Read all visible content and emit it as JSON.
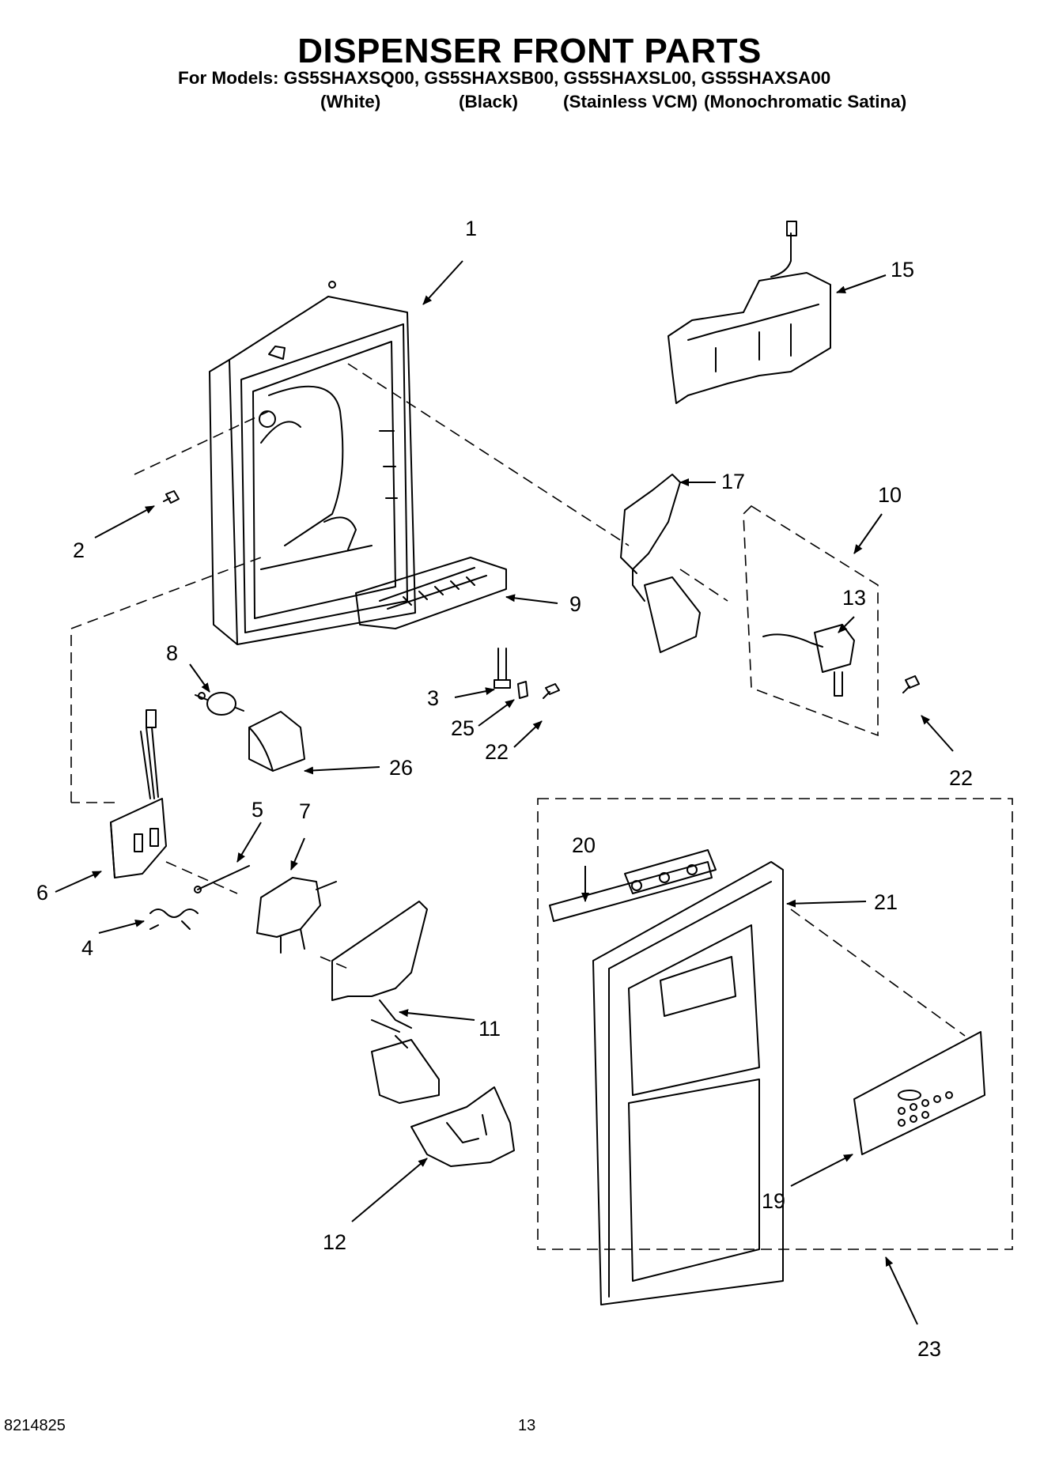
{
  "title": "DISPENSER FRONT PARTS",
  "models_line": "For Models: GS5SHAXSQ00, GS5SHAXSB00, GS5SHAXSL00, GS5SHAXSA00",
  "variants": [
    "(White)",
    "(Black)",
    "(Stainless VCM)",
    "(Monochromatic Satina)"
  ],
  "callouts": [
    "1",
    "15",
    "17",
    "10",
    "2",
    "9",
    "13",
    "8",
    "3",
    "25",
    "22",
    "22",
    "26",
    "5",
    "7",
    "6",
    "4",
    "11",
    "20",
    "21",
    "12",
    "19",
    "23"
  ],
  "footer": {
    "doc_number": "8214825",
    "page_number": "13"
  }
}
